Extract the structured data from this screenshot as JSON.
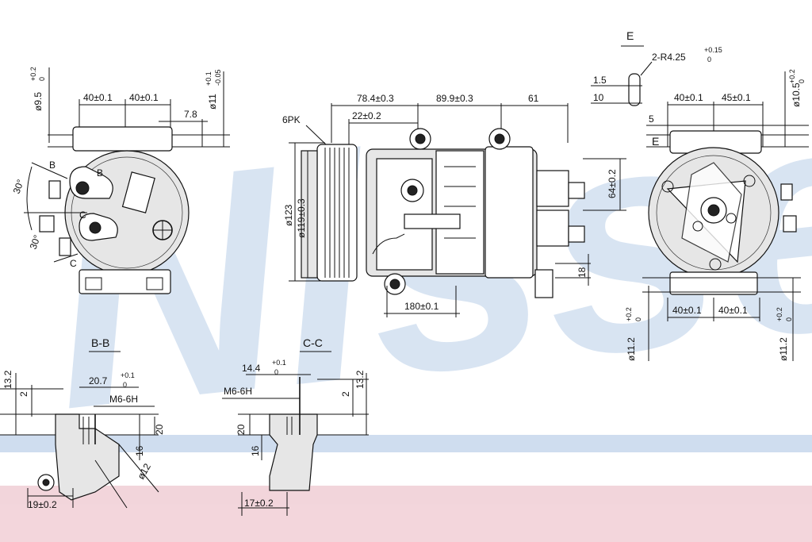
{
  "watermark": {
    "text": "Nissens",
    "color": "#7fa6d6",
    "band_blue": "#a9c3e2",
    "band_pink": "#e9b4bf"
  },
  "dims": {
    "left_view": {
      "d_9_5": "ø9.5",
      "d_9_5_tol_upper": "+0.2",
      "d_9_5_tol_lower": "0",
      "w40a": "40±0.1",
      "w40b": "40±0.1",
      "d_11": "ø11",
      "d_11_tol_upper": "+0.1",
      "d_11_tol_lower": "-0.05",
      "d78": "7.8",
      "lbl_B": "B",
      "lbl_B2": "B",
      "lbl_C": "C",
      "lbl_C2": "C",
      "ang30": "30°",
      "ang30b": "30°"
    },
    "main_view": {
      "l78_4": "78.4±0.3",
      "l89_9": "89.9±0.3",
      "l61": "61",
      "l22": "22±0.2",
      "pulley": "6PK",
      "d123": "ø123",
      "d119": "ø119±0.3",
      "h64": "64±0.2",
      "h18": "18",
      "l180": "180±0.1"
    },
    "right_view": {
      "lbl_E": "E",
      "lbl_E2": "E",
      "r425": "2-R4.25",
      "r425_tol_upper": "+0.15",
      "r425_tol_lower": "0",
      "d15": "1.5",
      "d10": "10",
      "w40": "40±0.1",
      "w45": "45±0.1",
      "d10_5": "ø10.5",
      "d10_5_tol_upper": "+0.2",
      "d10_5_tol_lower": "0",
      "d5": "5",
      "bw40a": "40±0.1",
      "bw40b": "40±0.1",
      "d11_2a": "ø11.2",
      "d11_2a_tol_upper": "+0.2",
      "d11_2a_tol_lower": "0",
      "d11_2b": "ø11.2",
      "d11_2b_tol_upper": "+0.2",
      "d11_2b_tol_lower": "0"
    },
    "section_bb": {
      "title": "B-B",
      "h13_2": "13.2",
      "h2": "2",
      "w20_7": "20.7",
      "w20_7_tol_upper": "+0.1",
      "w20_7_tol_lower": "0",
      "thread": "M6-6H",
      "h20": "20",
      "h16": "16",
      "d12": "ø12",
      "w19": "19±0.2"
    },
    "section_cc": {
      "title": "C-C",
      "w14_4": "14.4",
      "w14_4_tol_upper": "+0.1",
      "w14_4_tol_lower": "0",
      "thread": "M6-6H",
      "h2": "2",
      "h13_2": "13.2",
      "h20": "20",
      "h16": "16",
      "w17": "17±0.2"
    }
  }
}
